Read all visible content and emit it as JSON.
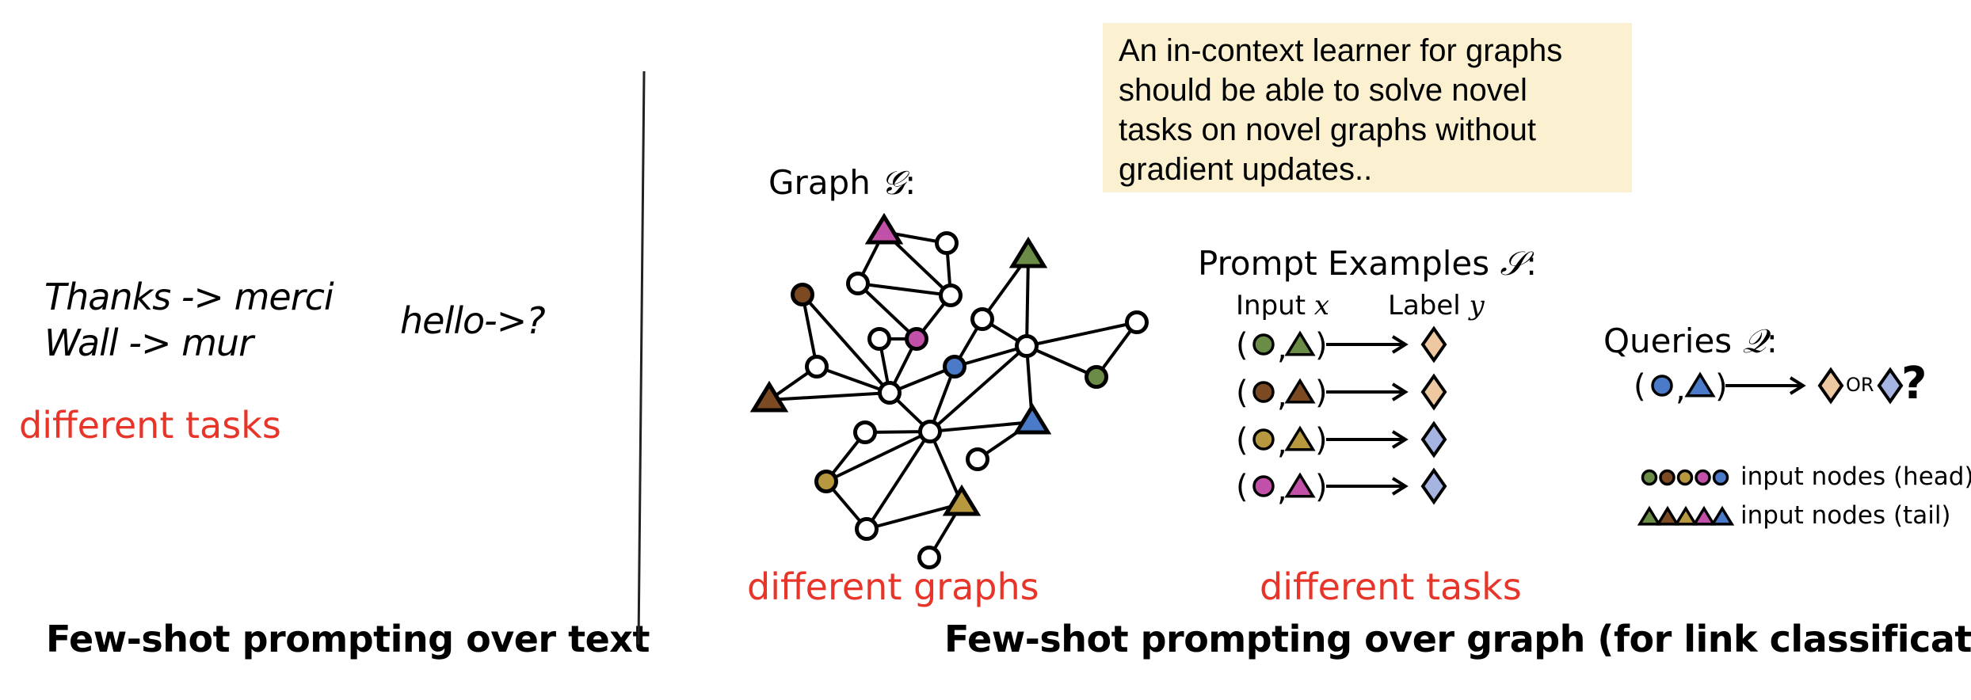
{
  "colors": {
    "accent_red": "#e8352a",
    "note_bg": "#fbf0d0",
    "node_white": "#ffffff",
    "green": "#6b8c46",
    "brown": "#7b4a22",
    "gold": "#b8983e",
    "pink": "#c050a8",
    "blue": "#4a7ac8",
    "label_peach": "#eec8a0",
    "label_lavender": "#a6b4e2"
  },
  "text_panel": {
    "examples": [
      "Thanks -> merci",
      "Wall -> mur"
    ],
    "query": "hello->?",
    "note_red": "different tasks",
    "title": "Few-shot prompting over text"
  },
  "graph_panel": {
    "note_lines": [
      "An in-context learner for graphs",
      "should be able to solve novel",
      "tasks on novel graphs without",
      "gradient updates.."
    ],
    "graph_label": "Graph",
    "graph_symbol": "𝒢",
    "graph_colon": ":",
    "graph": {
      "nodes": [
        {
          "id": "pinkTri",
          "shape": "triangle",
          "color": "pink"
        },
        {
          "id": "w1",
          "shape": "circle",
          "color": "white"
        },
        {
          "id": "w2",
          "shape": "circle",
          "color": "white"
        },
        {
          "id": "w3",
          "shape": "circle",
          "color": "white"
        },
        {
          "id": "brownCirc",
          "shape": "circle",
          "color": "brown"
        },
        {
          "id": "w4",
          "shape": "circle",
          "color": "white"
        },
        {
          "id": "pinkCirc",
          "shape": "circle",
          "color": "pink"
        },
        {
          "id": "w5",
          "shape": "circle",
          "color": "white"
        },
        {
          "id": "blueCirc",
          "shape": "circle",
          "color": "blue"
        },
        {
          "id": "hub1",
          "shape": "circle",
          "color": "white"
        },
        {
          "id": "brownTri",
          "shape": "triangle",
          "color": "brown"
        },
        {
          "id": "greenTri",
          "shape": "triangle",
          "color": "green"
        },
        {
          "id": "w6",
          "shape": "circle",
          "color": "white"
        },
        {
          "id": "hub2",
          "shape": "circle",
          "color": "white"
        },
        {
          "id": "w7",
          "shape": "circle",
          "color": "white"
        },
        {
          "id": "greenCirc",
          "shape": "circle",
          "color": "green"
        },
        {
          "id": "blueTri",
          "shape": "triangle",
          "color": "blue"
        },
        {
          "id": "hub3",
          "shape": "circle",
          "color": "white"
        },
        {
          "id": "w8",
          "shape": "circle",
          "color": "white"
        },
        {
          "id": "goldCirc",
          "shape": "circle",
          "color": "gold"
        },
        {
          "id": "w9",
          "shape": "circle",
          "color": "white"
        },
        {
          "id": "goldTri",
          "shape": "triangle",
          "color": "gold"
        },
        {
          "id": "w10",
          "shape": "circle",
          "color": "white"
        },
        {
          "id": "w11",
          "shape": "circle",
          "color": "white"
        }
      ],
      "edges": [
        [
          "pinkTri",
          "w1"
        ],
        [
          "pinkTri",
          "w2"
        ],
        [
          "pinkTri",
          "w3"
        ],
        [
          "w1",
          "w3"
        ],
        [
          "w2",
          "w3"
        ],
        [
          "w2",
          "pinkCirc"
        ],
        [
          "w3",
          "pinkCirc"
        ],
        [
          "w4",
          "pinkCirc"
        ],
        [
          "w4",
          "hub1"
        ],
        [
          "pinkCirc",
          "hub1"
        ],
        [
          "brownCirc",
          "w5"
        ],
        [
          "brownCirc",
          "hub1"
        ],
        [
          "w5",
          "brownTri"
        ],
        [
          "w5",
          "hub1"
        ],
        [
          "brownTri",
          "hub1"
        ],
        [
          "hub1",
          "blueCirc"
        ],
        [
          "hub1",
          "hub3"
        ],
        [
          "blueCirc",
          "w6"
        ],
        [
          "blueCirc",
          "hub2"
        ],
        [
          "blueCirc",
          "hub3"
        ],
        [
          "w6",
          "greenTri"
        ],
        [
          "w6",
          "hub2"
        ],
        [
          "greenTri",
          "hub2"
        ],
        [
          "hub2",
          "w7"
        ],
        [
          "hub2",
          "greenCirc"
        ],
        [
          "w7",
          "greenCirc"
        ],
        [
          "hub2",
          "blueTri"
        ],
        [
          "hub2",
          "hub3"
        ],
        [
          "hub3",
          "blueTri"
        ],
        [
          "blueTri",
          "w10"
        ],
        [
          "hub3",
          "w8"
        ],
        [
          "w8",
          "goldCirc"
        ],
        [
          "hub3",
          "goldCirc"
        ],
        [
          "goldCirc",
          "w9"
        ],
        [
          "hub3",
          "w9"
        ],
        [
          "hub3",
          "goldTri"
        ],
        [
          "w9",
          "goldTri"
        ],
        [
          "goldTri",
          "w11"
        ]
      ]
    },
    "prompt_title": "Prompt Examples",
    "prompt_symbol": "𝒮",
    "input_header": "Input",
    "input_symbol": "x",
    "label_header": "Label",
    "label_symbol": "y",
    "prompt_examples": [
      {
        "head": "green",
        "tail": "green",
        "label": "label_peach"
      },
      {
        "head": "brown",
        "tail": "brown",
        "label": "label_peach"
      },
      {
        "head": "gold",
        "tail": "gold",
        "label": "label_lavender"
      },
      {
        "head": "pink",
        "tail": "pink",
        "label": "label_lavender"
      }
    ],
    "queries_title": "Queries",
    "queries_symbol": "𝒬",
    "query": {
      "head": "blue",
      "tail": "blue",
      "options": [
        "label_peach",
        "label_lavender"
      ],
      "or_text": "OR",
      "question": "?"
    },
    "legend": {
      "head_colors": [
        "green",
        "brown",
        "gold",
        "pink",
        "blue"
      ],
      "head_text": "input nodes (head)",
      "tail_colors": [
        "green",
        "brown",
        "gold",
        "pink",
        "blue"
      ],
      "tail_text": "input nodes (tail)"
    },
    "note_graphs": "different graphs",
    "note_tasks": "different tasks",
    "title": "Few-shot prompting over graph (for link classification)"
  }
}
